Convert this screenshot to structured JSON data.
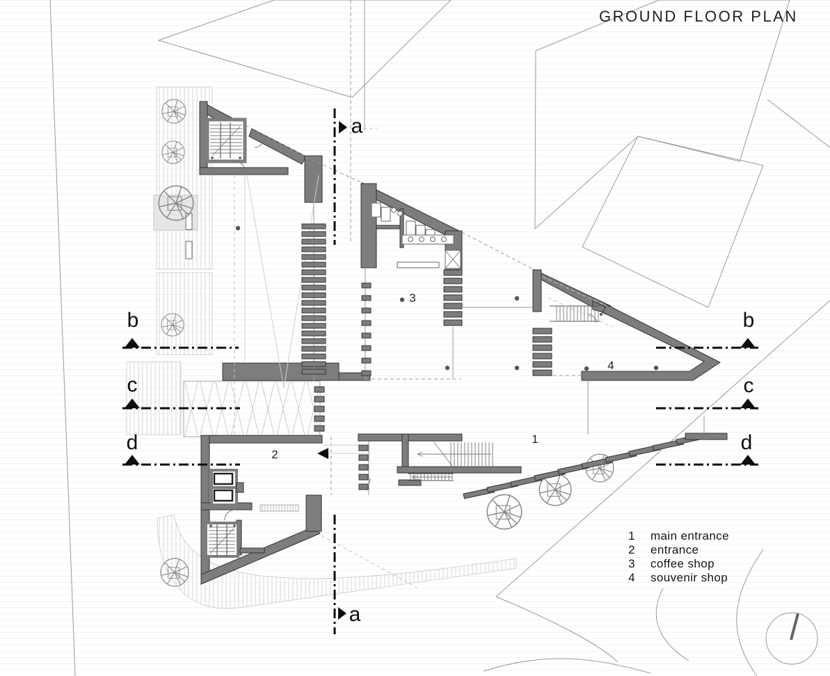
{
  "header": {
    "title": "GROUND FLOOR PLAN"
  },
  "legend": {
    "items": [
      {
        "num": "1",
        "label": "main entrance"
      },
      {
        "num": "2",
        "label": "entrance"
      },
      {
        "num": "3",
        "label": "coffee shop"
      },
      {
        "num": "4",
        "label": "souvenir shop"
      }
    ]
  },
  "sections": {
    "a": "a",
    "b": "b",
    "c": "c",
    "d": "d"
  },
  "rooms": {
    "r1": "1",
    "r2": "2",
    "r3": "3",
    "r4": "4"
  },
  "colors": {
    "wall": "#7d7d7d",
    "line": "#333333",
    "marker": "#0d0d0d",
    "thin": "#999999"
  }
}
